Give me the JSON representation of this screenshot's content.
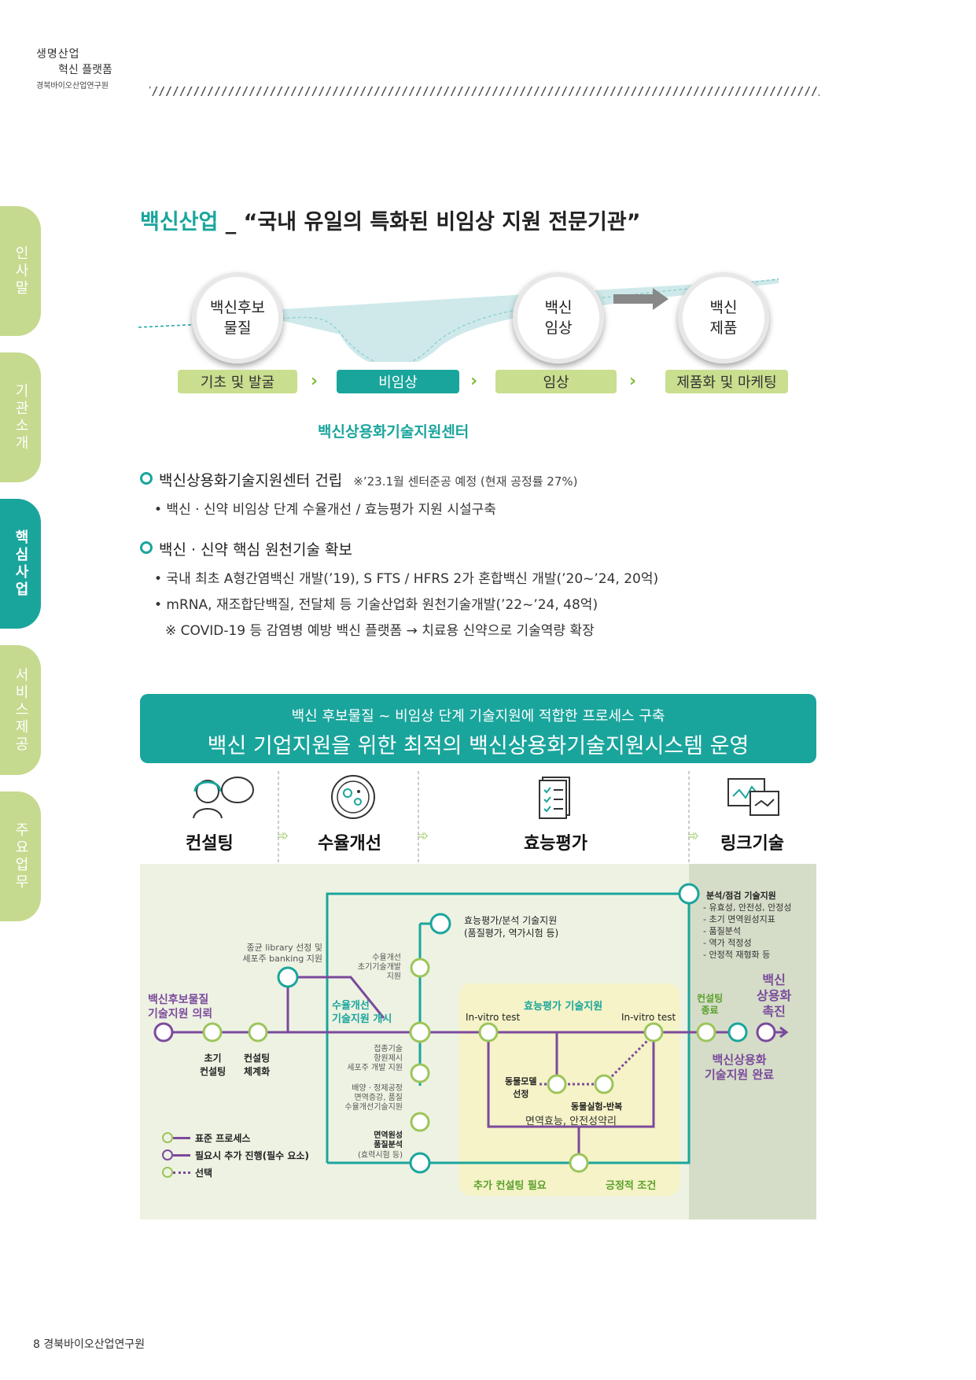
{
  "header": {
    "logo_line1": "생명산업",
    "logo_line2": "혁신 플랫폼",
    "logo_line3": "경북바이오산업연구원"
  },
  "side_tabs": [
    {
      "label": "인사말",
      "active": false
    },
    {
      "label": "기관소개",
      "active": false
    },
    {
      "label": "핵심사업",
      "active": true
    },
    {
      "label": "서비스제공",
      "active": false
    },
    {
      "label": "주요업무",
      "active": false
    }
  ],
  "title": {
    "accent": "백신산업",
    "rest": " _ “국내 유일의 특화된 비임상 지원 전문기관”"
  },
  "pipeline": {
    "circles": [
      "백신후보\n물질",
      "백신\n임상",
      "백신\n제품"
    ],
    "stages": [
      "기초 및 발굴",
      "비임상",
      "임상",
      "제품화 및 마케팅"
    ],
    "center_label": "백신상용화기술지원센터"
  },
  "bullets": [
    {
      "head": "백신상용화기술지원센터 건립",
      "note": "※’23.1월 센터준공 예정 (현재 공정률 27%)",
      "items": [
        "• 백신 · 신약 비임상 단계 수율개선 / 효능평가 지원 시설구축"
      ]
    },
    {
      "head": "백신 · 신약 핵심 원천기술 확보",
      "note": "",
      "items": [
        "• 국내 최초 A형간염백신 개발(’19), S FTS / HFRS 2가 혼합백신 개발(’20~’24, 20억)",
        "• mRNA, 재조합단백질, 전달체 등 기술산업화 원천기술개발(’22~’24, 48억)",
        "※ COVID-19 등 감염병 예방 백신 플랫폼 → 치료용 신약으로 기술역량 확장"
      ]
    }
  ],
  "banner": {
    "subtitle": "백신 후보물질 ~ 비임상 단계 기술지원에 적합한 프로세스 구축",
    "main": "백신 기업지원을 위한 최적의 백신상용화기술지원시스템 운영"
  },
  "phases": [
    "컨설팅",
    "수율개선",
    "효능평가",
    "링크기술"
  ],
  "process": {
    "start": "백신후보물질\n기술지원 의뢰",
    "n_early": "초기\n컨설팅",
    "n_system": "컨설팅\n체계화",
    "library": "종균 library 선정 및\n세포주 banking 지원",
    "yield_open": "수율개선\n기술지원 개시",
    "yield_dev": "수율개선\n초기기술개발\n지원",
    "inoc": "접종기술\n항원제시\n세포주 개발 지원",
    "culture": "배양 · 정제공정\n면역증강, 품질\n수율개선기술지원",
    "immuno": "면역원성\n품질분석",
    "immuno_note": "(효력시험 등)",
    "eff_analysis": "효능평가/분석 기술지원\n(품질평가, 역가시험 등)",
    "eff_title": "효능평가 기술지원",
    "invitro1": "In-vitro test",
    "invitro2": "In-vitro test",
    "animal_model": "동물모델\n선정",
    "animal_repeat": "동물실험-반복",
    "immuno_safety": "면역효능, 안전성약리",
    "add_consult": "추가 컨설팅 필요",
    "positive": "긍정적 조건",
    "link_title": "분석/점검 기술지원",
    "link_items": [
      "- 유효성, 안전성, 안정성",
      "- 초기 면역원성지표",
      "- 품질분석",
      "- 역가 적정성",
      "- 안정적 재형화 등"
    ],
    "consult_end": "컨설팅\n종료",
    "commercial": "백신\n상용화\n촉진",
    "complete": "백신상용화\n기술지원 완료"
  },
  "legend": [
    "표준 프로세스",
    "필요시 추가 진행(필수 요소)",
    "선택"
  ],
  "footer": "8  경북바이오산업연구원"
}
